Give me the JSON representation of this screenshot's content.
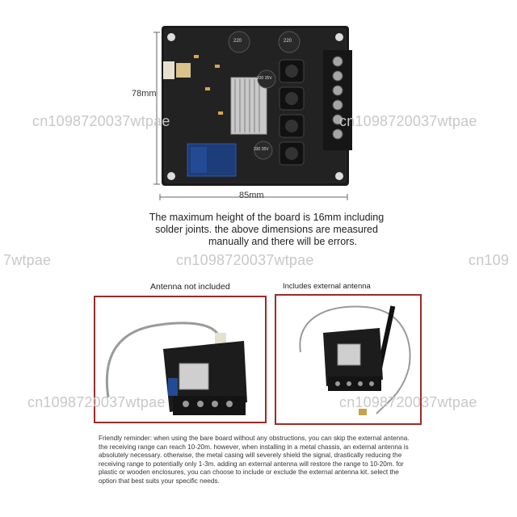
{
  "dimensions": {
    "height_label": "78mm",
    "width_label": "85mm"
  },
  "board_caption": {
    "line1": "The maximum height of the board is 16mm including",
    "line2": "solder joints. the above dimensions are measured",
    "line3": "manually and there will be errors."
  },
  "panels": {
    "left_title": "Antenna not included",
    "right_title": "Includes external antenna"
  },
  "capacitor_labels": {
    "top_left": "220",
    "top_right": "220",
    "mid": "330 35V",
    "bottom": "330 35V"
  },
  "watermark": {
    "text": "cn1098720037wtpae",
    "fragment_right": "cn109",
    "fragment_left": "7wtpae"
  },
  "reminder": {
    "text": "Friendly reminder: when using the bare board without any obstructions, you can skip the external antenna. the receiving range can reach 10-20m. however, when installing in a metal chassis, an external antenna is absolutely necessary. otherwise, the metal casing will severely shield the signal, drastically reducing the receiving range to potentially only 1-3m. adding an external antenna will restore the range to 10-20m. for plastic or wooden enclosures, you can choose to include or exclude the external antenna kit. select the option that best suits your specific needs."
  }
}
